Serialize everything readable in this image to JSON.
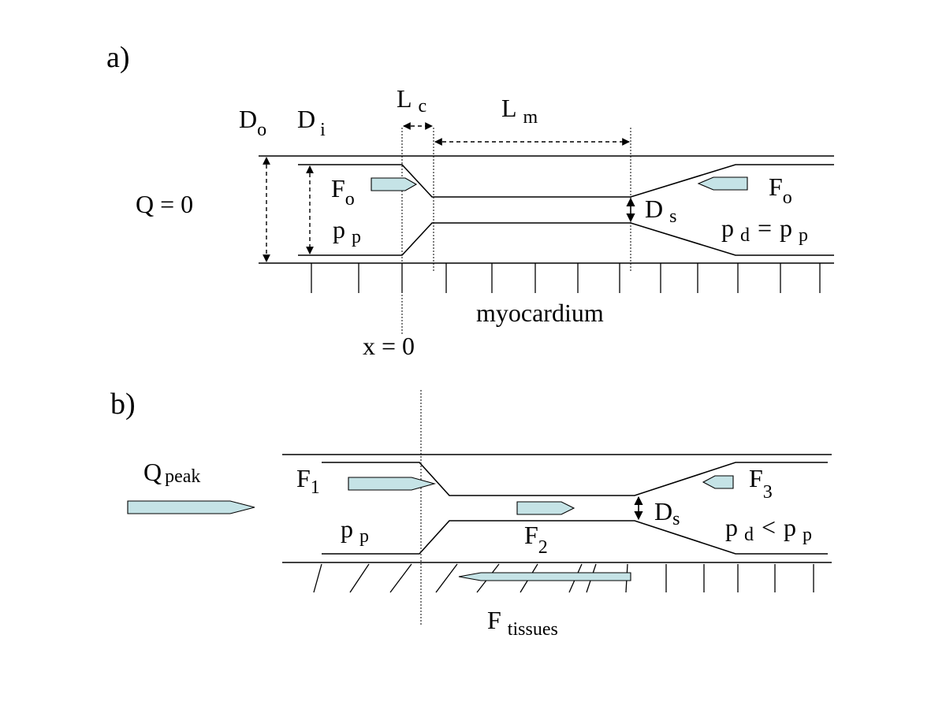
{
  "panel_a": {
    "label": "a)",
    "Do": {
      "main": "D",
      "sub": "o"
    },
    "Di": {
      "main": "D",
      "sub": "i"
    },
    "Lc": {
      "main": "L",
      "sub": "c"
    },
    "Lm": {
      "main": "L",
      "sub": "m"
    },
    "Q": "Q = 0",
    "Fo_left": {
      "main": "F",
      "sub": "o"
    },
    "Fo_right": {
      "main": "F",
      "sub": "o"
    },
    "pp_left": {
      "main": "p",
      "sub": "p"
    },
    "Ds": {
      "main": "D",
      "sub": "s"
    },
    "pd_eq": {
      "p1": "p",
      "s1": "d",
      "mid": "=",
      "p2": "p",
      "s2": "p"
    },
    "myocardium": "myocardium",
    "x0": "x = 0"
  },
  "panel_b": {
    "label": "b)",
    "Qpeak": {
      "main": "Q",
      "sub": "peak"
    },
    "F1": {
      "main": "F",
      "sub": "1"
    },
    "pp_left": {
      "main": "p",
      "sub": "p"
    },
    "F2": {
      "main": "F",
      "sub": "2"
    },
    "Ds": {
      "main": "D",
      "sub": "s"
    },
    "F3": {
      "main": "F",
      "sub": "3"
    },
    "pd_lt": {
      "p1": "p",
      "s1": "d",
      "mid": "<",
      "p2": "p",
      "s2": "p"
    },
    "Ftissues": {
      "main": "F",
      "sub": "tissues"
    }
  },
  "colors": {
    "arrow_fill": "#c5e3e6",
    "stroke": "#000000"
  }
}
